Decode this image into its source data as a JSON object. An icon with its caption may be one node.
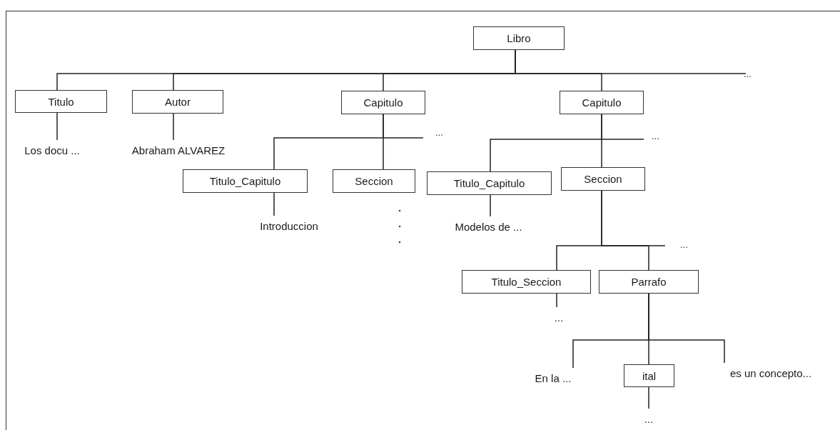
{
  "diagram": {
    "nodes": [
      {
        "text": [
          "Libro"
        ]
      },
      {
        "text": [
          "Titulo"
        ]
      },
      {
        "text": [
          "Autor"
        ]
      },
      {
        "text": [
          "Capitulo"
        ]
      },
      {
        "text": [
          "Capitulo"
        ]
      },
      {
        "text": [
          "Los docu ..."
        ]
      },
      {
        "text": [
          "Abraham ALVAREZ"
        ]
      },
      {
        "text": [
          "Titulo_Capitulo"
        ]
      },
      {
        "text": [
          "Seccion"
        ]
      },
      {
        "text": [
          "Titulo_Capitulo"
        ]
      },
      {
        "text": [
          "Seccion"
        ]
      },
      {
        "text": [
          "Introduccion"
        ]
      },
      {
        "text": [
          "Modelos de ..."
        ]
      },
      {
        "text": [
          "Titulo_Seccion"
        ]
      },
      {
        "text": [
          "Parrafo"
        ]
      },
      {
        "text": [
          "..."
        ]
      },
      {
        "text": [
          "En la ..."
        ]
      },
      {
        "text": [
          "ital"
        ]
      },
      {
        "text": [
          "es un concepto..."
        ]
      },
      {
        "text": [
          "..."
        ]
      }
    ],
    "edges": [
      {
        "from": 0,
        "to": 1,
        "arrow": "none"
      },
      {
        "from": 0,
        "to": 2,
        "arrow": "none"
      },
      {
        "from": 0,
        "to": 3,
        "arrow": "none"
      },
      {
        "from": 0,
        "to": 4,
        "arrow": "none"
      },
      {
        "from": 1,
        "to": 5,
        "arrow": "none"
      },
      {
        "from": 2,
        "to": 6,
        "arrow": "none"
      },
      {
        "from": 3,
        "to": 7,
        "arrow": "none"
      },
      {
        "from": 3,
        "to": 8,
        "arrow": "none"
      },
      {
        "from": 4,
        "to": 9,
        "arrow": "none"
      },
      {
        "from": 4,
        "to": 10,
        "arrow": "none"
      },
      {
        "from": 7,
        "to": 11,
        "arrow": "none"
      },
      {
        "from": 9,
        "to": 12,
        "arrow": "none"
      },
      {
        "from": 10,
        "to": 13,
        "arrow": "none"
      },
      {
        "from": 10,
        "to": 14,
        "arrow": "none"
      },
      {
        "from": 13,
        "to": 15,
        "arrow": "none"
      },
      {
        "from": 14,
        "to": 16,
        "arrow": "none"
      },
      {
        "from": 14,
        "to": 17,
        "arrow": "none"
      },
      {
        "from": 14,
        "to": 18,
        "arrow": "none"
      },
      {
        "from": 17,
        "to": 19,
        "arrow": "none"
      }
    ],
    "labels": [
      "...",
      "...",
      "...",
      "..."
    ]
  }
}
